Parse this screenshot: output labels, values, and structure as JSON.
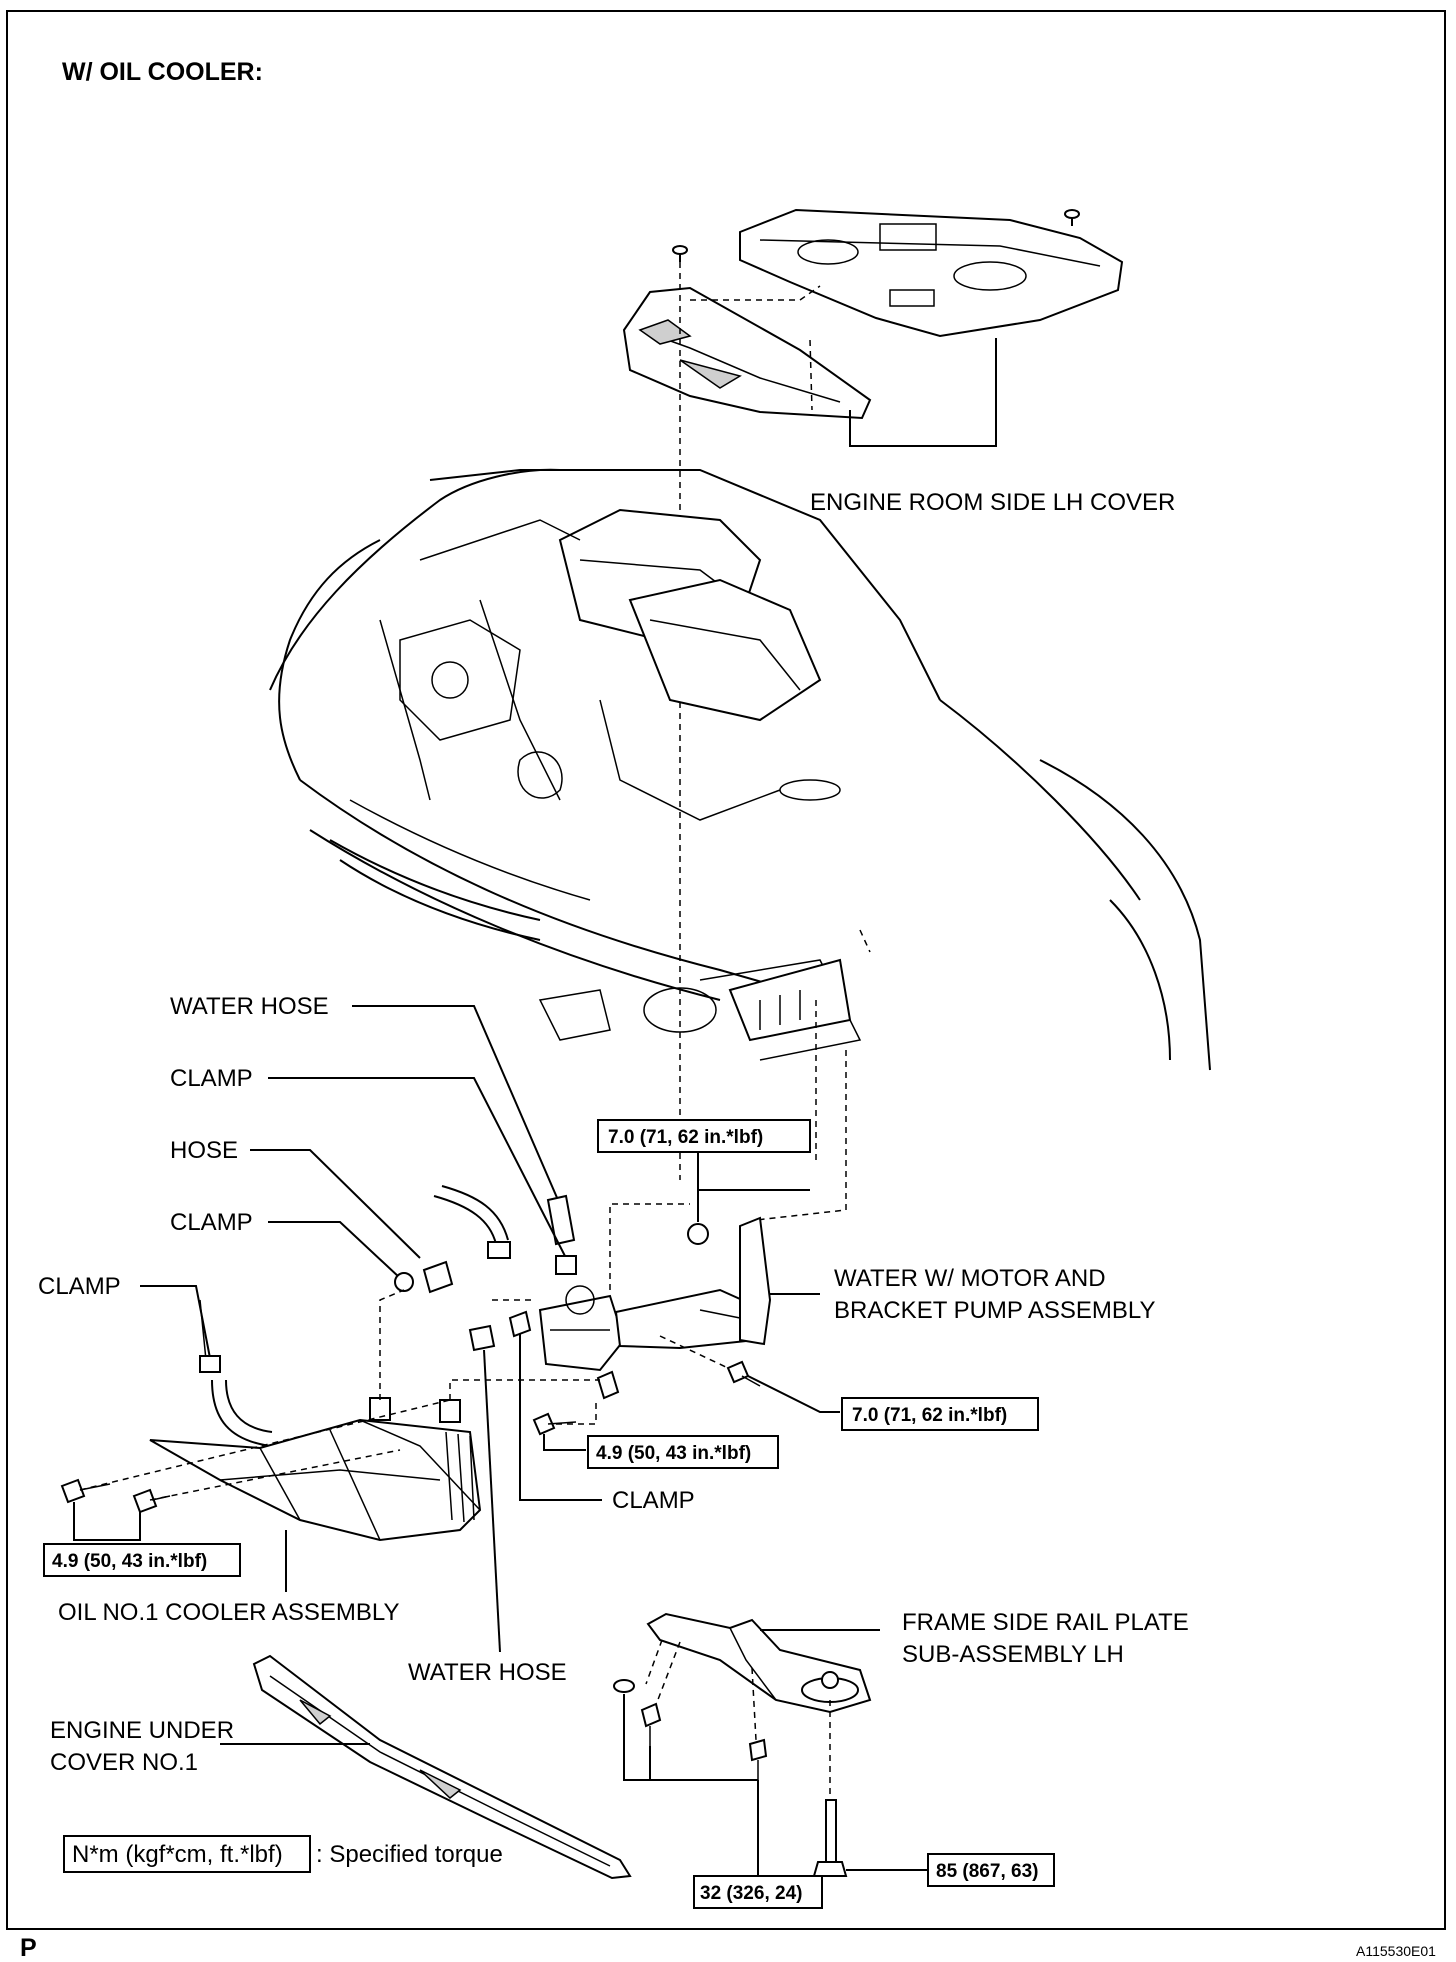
{
  "header": "W/ OIL COOLER:",
  "labels": {
    "engine_room_cover": "ENGINE ROOM SIDE LH COVER",
    "water_hose_top": "WATER HOSE",
    "clamp_1": "CLAMP",
    "hose": "HOSE",
    "clamp_2": "CLAMP",
    "clamp_3": "CLAMP",
    "water_pump_line1": "WATER W/ MOTOR AND",
    "water_pump_line2": "BRACKET PUMP ASSEMBLY",
    "clamp_4": "CLAMP",
    "oil_cooler": "OIL NO.1 COOLER ASSEMBLY",
    "water_hose_bottom": "WATER HOSE",
    "frame_rail_line1": "FRAME SIDE RAIL PLATE",
    "frame_rail_line2": "SUB-ASSEMBLY LH",
    "under_cover_line1": "ENGINE UNDER",
    "under_cover_line2": "COVER NO.1"
  },
  "torques": {
    "nut_top": "7.0 (71, 62 in.*lbf)",
    "bolt_right": "7.0 (71, 62 in.*lbf)",
    "bolt_mid": "4.9 (50, 43 in.*lbf)",
    "bolt_left": "4.9 (50, 43 in.*lbf)",
    "bolt_frame": "85 (867, 63)",
    "bolt_rail": "32 (326, 24)"
  },
  "legend": {
    "unit": "N*m (kgf*cm, ft.*lbf)",
    "text": ": Specified torque"
  },
  "footer": {
    "corner": "P",
    "code": "A115530E01"
  }
}
